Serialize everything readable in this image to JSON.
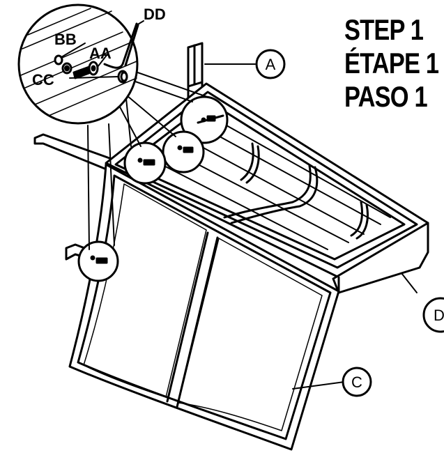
{
  "steps": {
    "en": "STEP 1",
    "fr": "ÉTAPE 1",
    "es": "PASO 1"
  },
  "hardware": {
    "aa": "AA",
    "bb": "BB",
    "cc": "CC",
    "dd": "DD"
  },
  "parts": {
    "a": "A",
    "c": "C",
    "d": "D"
  }
}
